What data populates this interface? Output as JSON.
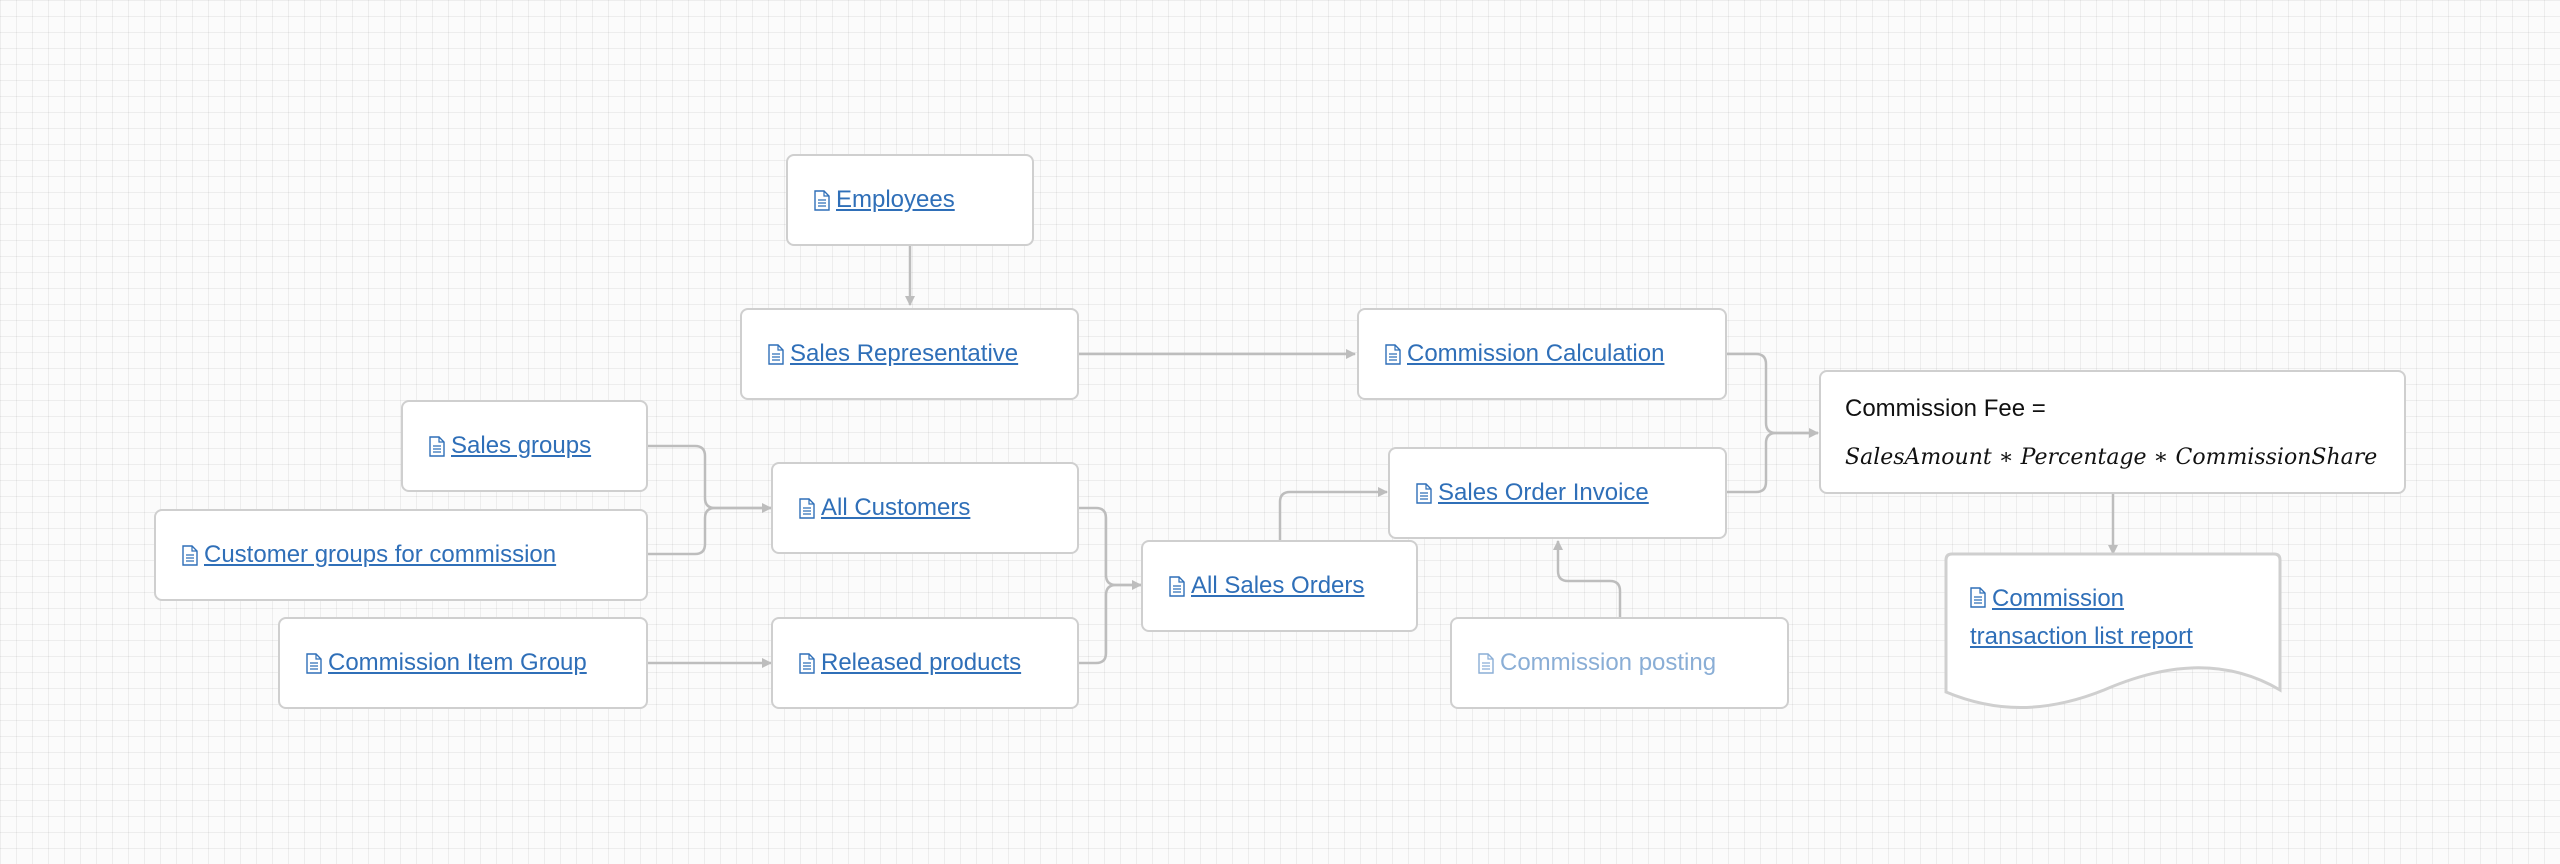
{
  "diagram": {
    "nodes": {
      "employees": {
        "label": "Employees"
      },
      "sales_representative": {
        "label": "Sales Representative"
      },
      "commission_calculation": {
        "label": "Commission Calculation"
      },
      "sales_groups": {
        "label": "Sales groups"
      },
      "all_customers": {
        "label": "All Customers"
      },
      "customer_groups": {
        "label": "Customer groups for commission"
      },
      "sales_order_invoice": {
        "label": "Sales Order Invoice"
      },
      "all_sales_orders": {
        "label": "All Sales Orders"
      },
      "commission_item_group": {
        "label": "Commission Item Group"
      },
      "released_products": {
        "label": "Released products"
      },
      "commission_posting": {
        "label": "Commission posting"
      },
      "commission_report": {
        "label": "Commission transaction list report"
      }
    },
    "formula": {
      "title": "Commission Fee =",
      "expression": "SalesAmount ∗ Percentage ∗ CommissionShare"
    },
    "colors": {
      "link": "#2f6fb8",
      "link_muted": "#8aaed6",
      "border": "#cfcfcf",
      "edge": "#bdbdbd"
    },
    "icon": "document-icon"
  }
}
